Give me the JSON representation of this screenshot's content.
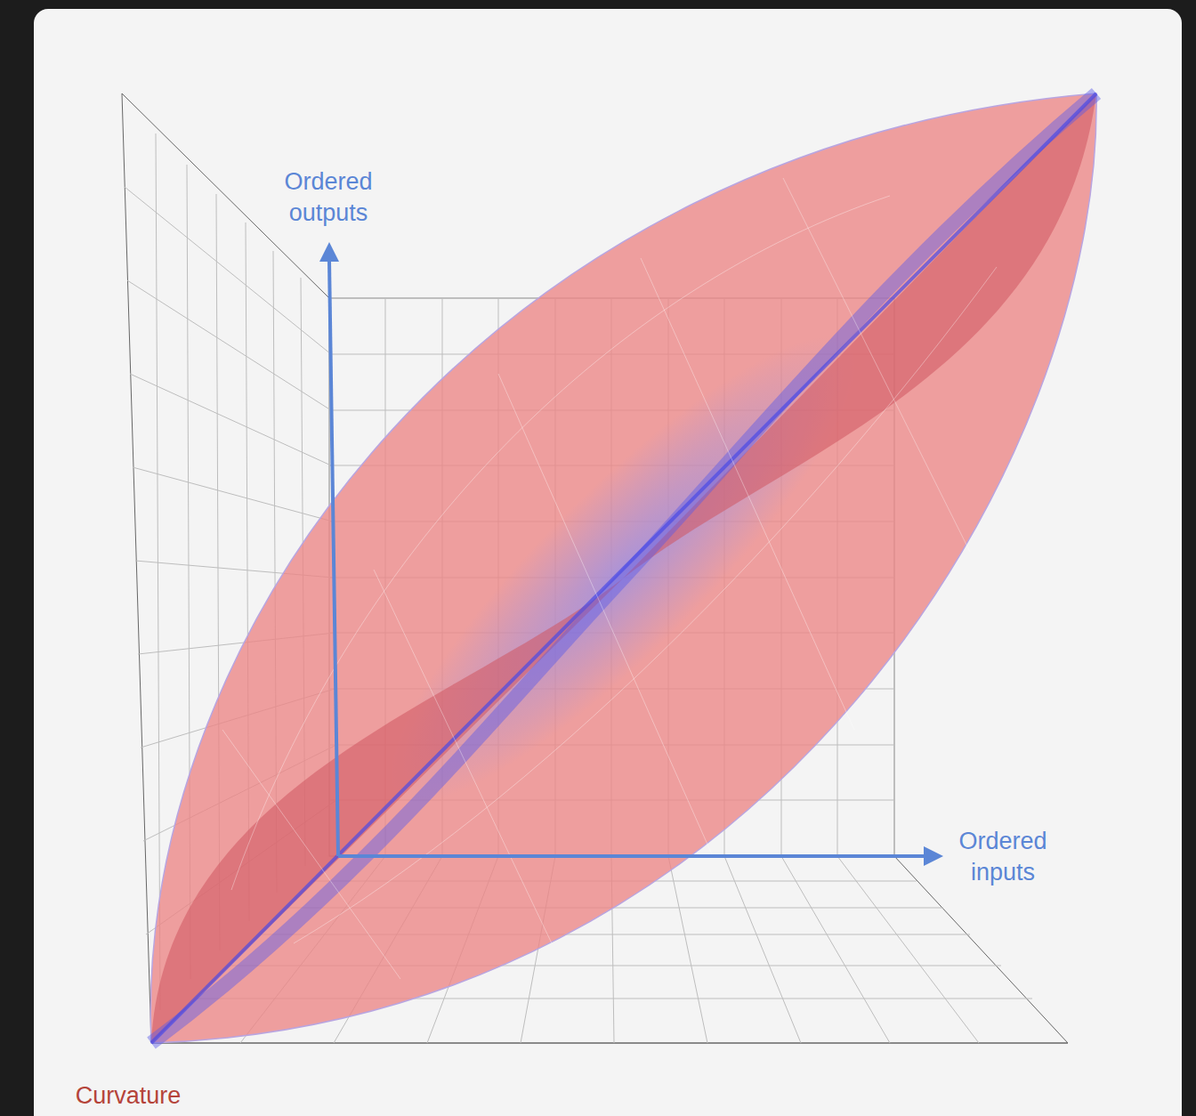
{
  "diagram": {
    "labels": [
      "Ordered outputs",
      "Ordered inputs",
      "Curvature"
    ]
  }
}
